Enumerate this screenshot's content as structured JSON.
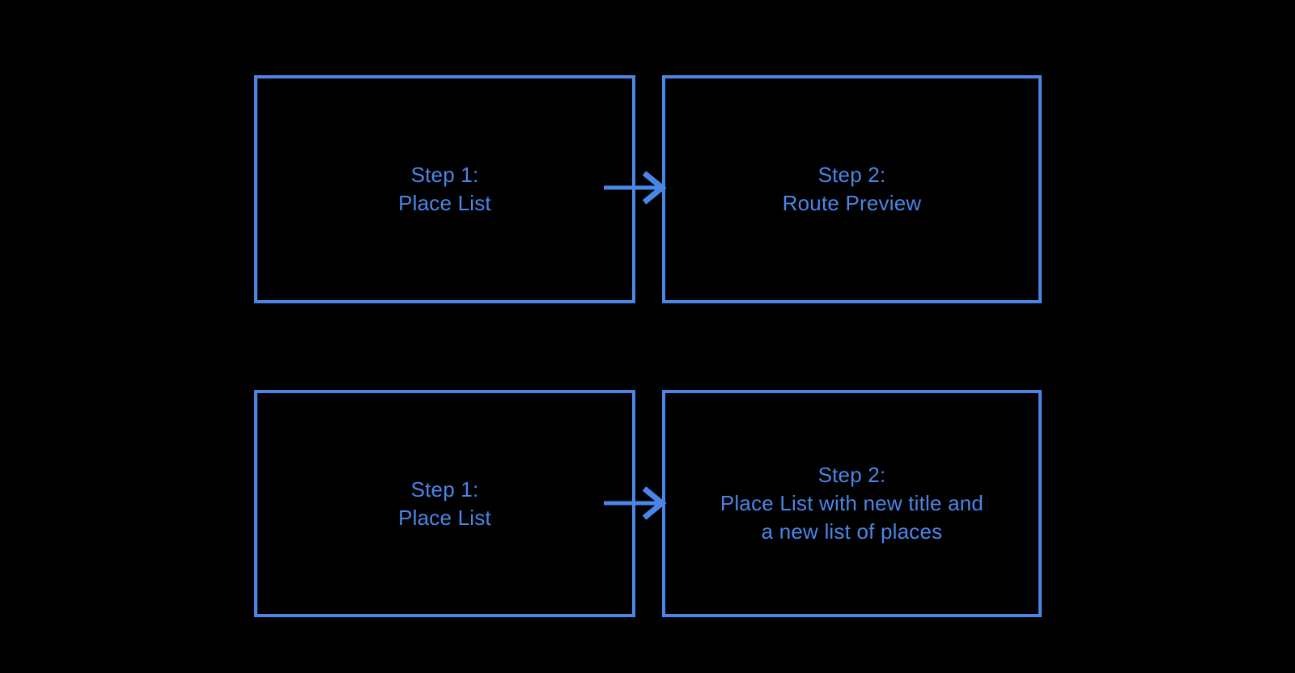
{
  "diagram": {
    "colors": {
      "background": "#000000",
      "stroke": "#4a86e8",
      "text": "#4a86e8"
    },
    "flows": [
      {
        "connector": "arrow-right",
        "source": {
          "lines": [
            "Step 1:",
            "Place List"
          ]
        },
        "target": {
          "lines": [
            "Step 2:",
            "Route Preview"
          ]
        }
      },
      {
        "connector": "arrow-right",
        "source": {
          "lines": [
            "Step 1:",
            "Place List"
          ]
        },
        "target": {
          "lines": [
            "Step 2:",
            "Place List with new title and",
            "a new list of places"
          ]
        }
      }
    ]
  }
}
